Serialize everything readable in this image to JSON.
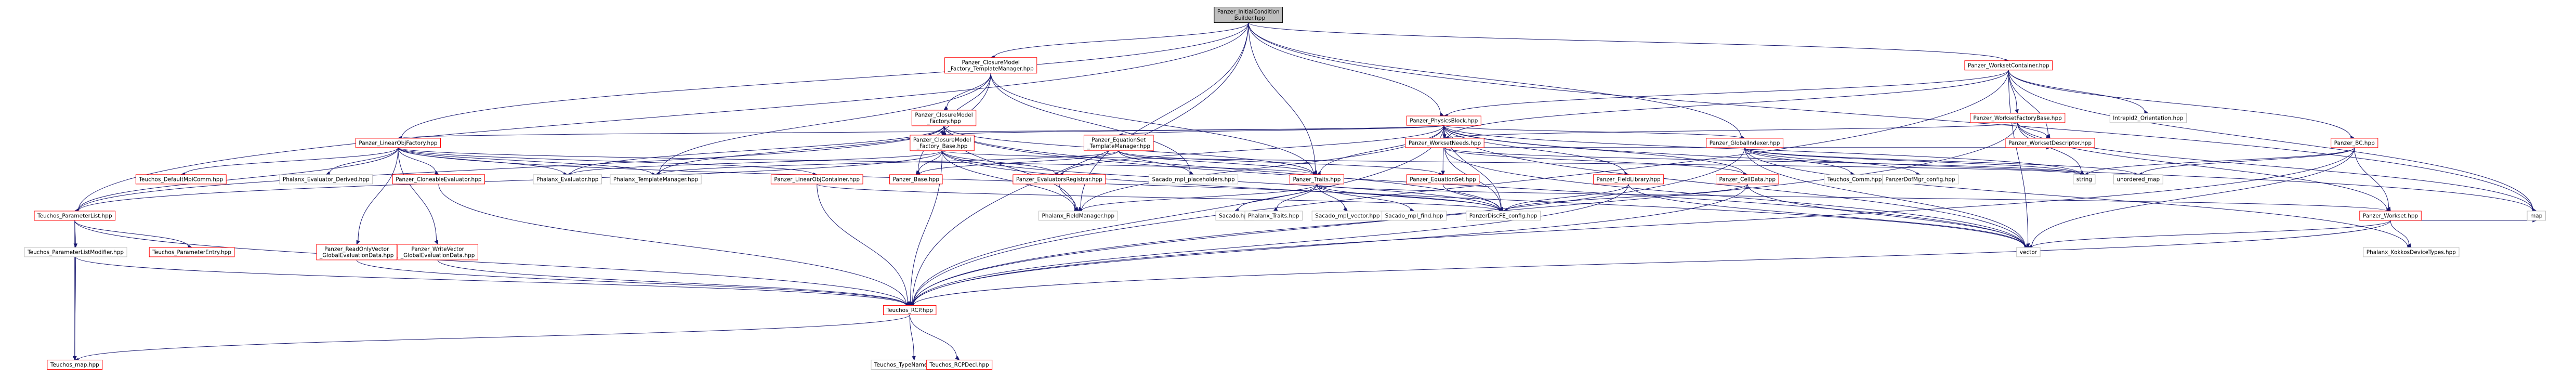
{
  "colors": {
    "edge": "#191970",
    "root_fill": "#bfbfbf",
    "root_border": "#000000",
    "normal_fill": "#ffffff",
    "normal_border": "#bfbfbf",
    "linked_border": "#ff0000"
  },
  "nodes": [
    {
      "id": "root",
      "lines": [
        "Panzer_InitialCondition",
        "_Builder.hpp"
      ],
      "kind": "root"
    },
    {
      "id": "cmftm",
      "lines": [
        "Panzer_ClosureModel",
        "_Factory_TemplateManager.hpp"
      ],
      "kind": "linked"
    },
    {
      "id": "wc",
      "lines": [
        "Panzer_WorksetContainer.hpp"
      ],
      "kind": "linked"
    },
    {
      "id": "cmf",
      "lines": [
        "Panzer_ClosureModel",
        "_Factory.hpp"
      ],
      "kind": "linked"
    },
    {
      "id": "wfb",
      "lines": [
        "Panzer_WorksetFactoryBase.hpp"
      ],
      "kind": "linked"
    },
    {
      "id": "io",
      "lines": [
        "Intrepid2_Orientation.hpp"
      ],
      "kind": "plain"
    },
    {
      "id": "pb",
      "lines": [
        "Panzer_PhysicsBlock.hpp"
      ],
      "kind": "linked"
    },
    {
      "id": "lof",
      "lines": [
        "Panzer_LinearObjFactory.hpp"
      ],
      "kind": "linked"
    },
    {
      "id": "cmfb",
      "lines": [
        "Panzer_ClosureModel",
        "_Factory_Base.hpp"
      ],
      "kind": "linked"
    },
    {
      "id": "estm",
      "lines": [
        "Panzer_EquationSet",
        "_TemplateManager.hpp"
      ],
      "kind": "linked"
    },
    {
      "id": "wn",
      "lines": [
        "Panzer_WorksetNeeds.hpp"
      ],
      "kind": "linked"
    },
    {
      "id": "gi",
      "lines": [
        "Panzer_GlobalIndexer.hpp"
      ],
      "kind": "linked"
    },
    {
      "id": "wd",
      "lines": [
        "Panzer_WorksetDescriptor.hpp"
      ],
      "kind": "linked"
    },
    {
      "id": "bc",
      "lines": [
        "Panzer_BC.hpp"
      ],
      "kind": "linked"
    },
    {
      "id": "tdmp",
      "lines": [
        "Teuchos_DefaultMpiComm.hpp"
      ],
      "kind": "linked"
    },
    {
      "id": "ped",
      "lines": [
        "Phalanx_Evaluator_Derived.hpp"
      ],
      "kind": "plain"
    },
    {
      "id": "ce",
      "lines": [
        "Panzer_CloneableEvaluator.hpp"
      ],
      "kind": "linked"
    },
    {
      "id": "pe",
      "lines": [
        "Phalanx_Evaluator.hpp"
      ],
      "kind": "plain"
    },
    {
      "id": "ptm",
      "lines": [
        "Phalanx_TemplateManager.hpp"
      ],
      "kind": "plain"
    },
    {
      "id": "loc",
      "lines": [
        "Panzer_LinearObjContainer.hpp"
      ],
      "kind": "linked"
    },
    {
      "id": "base",
      "lines": [
        "Panzer_Base.hpp"
      ],
      "kind": "linked"
    },
    {
      "id": "er",
      "lines": [
        "Panzer_EvaluatorsRegistrar.hpp"
      ],
      "kind": "linked"
    },
    {
      "id": "smpt",
      "lines": [
        "Sacado_mpl_placeholders.hpp"
      ],
      "kind": "plain"
    },
    {
      "id": "traits",
      "lines": [
        "Panzer_Traits.hpp"
      ],
      "kind": "linked"
    },
    {
      "id": "es",
      "lines": [
        "Panzer_EquationSet.hpp"
      ],
      "kind": "linked"
    },
    {
      "id": "fl",
      "lines": [
        "Panzer_FieldLibrary.hpp"
      ],
      "kind": "linked"
    },
    {
      "id": "cd",
      "lines": [
        "Panzer_CellData.hpp"
      ],
      "kind": "linked"
    },
    {
      "id": "tc",
      "lines": [
        "Teuchos_Comm.hpp"
      ],
      "kind": "plain"
    },
    {
      "id": "pdmc",
      "lines": [
        "PanzerDofMgr_config.hpp"
      ],
      "kind": "plain"
    },
    {
      "id": "str",
      "lines": [
        "string"
      ],
      "kind": "plain"
    },
    {
      "id": "um",
      "lines": [
        "unordered_map"
      ],
      "kind": "plain"
    },
    {
      "id": "tpl",
      "lines": [
        "Teuchos_ParameterList.hpp"
      ],
      "kind": "linked"
    },
    {
      "id": "pfm",
      "lines": [
        "Phalanx_FieldManager.hpp"
      ],
      "kind": "plain"
    },
    {
      "id": "sac",
      "lines": [
        "Sacado.hpp"
      ],
      "kind": "plain"
    },
    {
      "id": "pt",
      "lines": [
        "Phalanx_Traits.hpp"
      ],
      "kind": "plain"
    },
    {
      "id": "smv",
      "lines": [
        "Sacado_mpl_vector.hpp"
      ],
      "kind": "plain"
    },
    {
      "id": "smf",
      "lines": [
        "Sacado_mpl_find.hpp"
      ],
      "kind": "plain"
    },
    {
      "id": "pdfc",
      "lines": [
        "PanzerDiscFE_config.hpp"
      ],
      "kind": "plain"
    },
    {
      "id": "ws",
      "lines": [
        "Panzer_Workset.hpp"
      ],
      "kind": "linked"
    },
    {
      "id": "map",
      "lines": [
        "map"
      ],
      "kind": "plain"
    },
    {
      "id": "tplm",
      "lines": [
        "Teuchos_ParameterListModifier.hpp"
      ],
      "kind": "plain"
    },
    {
      "id": "tpe",
      "lines": [
        "Teuchos_ParameterEntry.hpp"
      ],
      "kind": "linked"
    },
    {
      "id": "rov",
      "lines": [
        "Panzer_ReadOnlyVector",
        "_GlobalEvaluationData.hpp"
      ],
      "kind": "linked"
    },
    {
      "id": "wov",
      "lines": [
        "Panzer_WriteVector",
        "_GlobalEvaluationData.hpp"
      ],
      "kind": "linked"
    },
    {
      "id": "vec",
      "lines": [
        "vector"
      ],
      "kind": "plain"
    },
    {
      "id": "pkdt",
      "lines": [
        "Phalanx_KokkosDeviceTypes.hpp"
      ],
      "kind": "plain"
    },
    {
      "id": "rcp",
      "lines": [
        "Teuchos_RCP.hpp"
      ],
      "kind": "linked"
    },
    {
      "id": "tmap",
      "lines": [
        "Teuchos_map.hpp"
      ],
      "kind": "linked"
    },
    {
      "id": "ttnt",
      "lines": [
        "Teuchos_TypeNameTraits.hpp"
      ],
      "kind": "plain"
    },
    {
      "id": "rcpd",
      "lines": [
        "Teuchos_RCPDecl.hpp"
      ],
      "kind": "linked"
    }
  ],
  "edges": [
    [
      "root",
      "cmftm"
    ],
    [
      "root",
      "wc"
    ],
    [
      "root",
      "pb"
    ],
    [
      "root",
      "lof"
    ],
    [
      "root",
      "traits"
    ],
    [
      "root",
      "gi"
    ],
    [
      "root",
      "tpl"
    ],
    [
      "root",
      "pfm"
    ],
    [
      "root",
      "rcp"
    ],
    [
      "root",
      "map"
    ],
    [
      "cmftm",
      "cmf"
    ],
    [
      "cmftm",
      "cmfb"
    ],
    [
      "cmftm",
      "traits"
    ],
    [
      "cmftm",
      "base"
    ],
    [
      "cmftm",
      "smpt"
    ],
    [
      "cmftm",
      "ptm"
    ],
    [
      "cmf",
      "cmfb"
    ],
    [
      "cmf",
      "traits"
    ],
    [
      "cmf",
      "tpl"
    ],
    [
      "cmf",
      "pe"
    ],
    [
      "cmf",
      "ptm"
    ],
    [
      "cmf",
      "pdfc"
    ],
    [
      "cmf",
      "pfm"
    ],
    [
      "cmf",
      "vec"
    ],
    [
      "wc",
      "pb"
    ],
    [
      "wc",
      "wfb"
    ],
    [
      "wc",
      "wn"
    ],
    [
      "wc",
      "wd"
    ],
    [
      "wc",
      "io"
    ],
    [
      "wc",
      "bc"
    ],
    [
      "wc",
      "map"
    ],
    [
      "wc",
      "vec"
    ],
    [
      "wc",
      "rcp"
    ],
    [
      "wfb",
      "wd"
    ],
    [
      "wfb",
      "wn"
    ],
    [
      "wfb",
      "str"
    ],
    [
      "wfb",
      "ws"
    ],
    [
      "wfb",
      "map"
    ],
    [
      "wfb",
      "rcp"
    ],
    [
      "pb",
      "lof"
    ],
    [
      "pb",
      "cmfb"
    ],
    [
      "pb",
      "estm"
    ],
    [
      "pb",
      "wn"
    ],
    [
      "pb",
      "gi"
    ],
    [
      "pb",
      "es"
    ],
    [
      "pb",
      "fl"
    ],
    [
      "pb",
      "cd"
    ],
    [
      "pb",
      "traits"
    ],
    [
      "pb",
      "er"
    ],
    [
      "pb",
      "str"
    ],
    [
      "pb",
      "vec"
    ],
    [
      "pb",
      "map"
    ],
    [
      "pb",
      "pfm"
    ],
    [
      "pb",
      "rcp"
    ],
    [
      "pb",
      "pdfc"
    ],
    [
      "lof",
      "tdmp"
    ],
    [
      "lof",
      "ped"
    ],
    [
      "lof",
      "ce"
    ],
    [
      "lof",
      "pe"
    ],
    [
      "lof",
      "ptm"
    ],
    [
      "lof",
      "loc"
    ],
    [
      "lof",
      "tpl"
    ],
    [
      "lof",
      "rov"
    ],
    [
      "lof",
      "wov"
    ],
    [
      "lof",
      "traits"
    ],
    [
      "lof",
      "pdfc"
    ],
    [
      "cmfb",
      "tpl"
    ],
    [
      "cmfb",
      "pe"
    ],
    [
      "cmfb",
      "base"
    ],
    [
      "cmfb",
      "er"
    ],
    [
      "cmfb",
      "pfm"
    ],
    [
      "cmfb",
      "rcp"
    ],
    [
      "cmfb",
      "vec"
    ],
    [
      "cmfb",
      "str"
    ],
    [
      "cmfb",
      "pdfc"
    ],
    [
      "estm",
      "es"
    ],
    [
      "estm",
      "traits"
    ],
    [
      "estm",
      "base"
    ],
    [
      "estm",
      "smpt"
    ],
    [
      "estm",
      "ptm"
    ],
    [
      "wn",
      "cd"
    ],
    [
      "wn",
      "wd"
    ],
    [
      "wn",
      "pdfc"
    ],
    [
      "wn",
      "str"
    ],
    [
      "wn",
      "vec"
    ],
    [
      "gi",
      "tc"
    ],
    [
      "gi",
      "pdmc"
    ],
    [
      "gi",
      "str"
    ],
    [
      "gi",
      "um"
    ],
    [
      "gi",
      "vec"
    ],
    [
      "gi",
      "pkdt"
    ],
    [
      "gi",
      "rcp"
    ],
    [
      "bc",
      "str"
    ],
    [
      "bc",
      "um"
    ],
    [
      "bc",
      "vec"
    ],
    [
      "bc",
      "rcp"
    ],
    [
      "bc",
      "ws"
    ],
    [
      "ce",
      "rcp"
    ],
    [
      "loc",
      "rcp"
    ],
    [
      "loc",
      "pdfc"
    ],
    [
      "er",
      "pfm"
    ],
    [
      "es",
      "pdfc"
    ],
    [
      "traits",
      "sac"
    ],
    [
      "traits",
      "pt"
    ],
    [
      "traits",
      "smv"
    ],
    [
      "traits",
      "smf"
    ],
    [
      "traits",
      "pdfc"
    ],
    [
      "traits",
      "pfm"
    ],
    [
      "traits",
      "ws"
    ],
    [
      "fl",
      "pdfc"
    ],
    [
      "fl",
      "rcp"
    ],
    [
      "fl",
      "vec"
    ],
    [
      "cd",
      "pdfc"
    ],
    [
      "cd",
      "rcp"
    ],
    [
      "cd",
      "vec"
    ],
    [
      "ws",
      "vec"
    ],
    [
      "ws",
      "map"
    ],
    [
      "ws",
      "pkdt"
    ],
    [
      "ws",
      "rcp"
    ],
    [
      "tpl",
      "tplm"
    ],
    [
      "tpl",
      "tpe"
    ],
    [
      "tpl",
      "tmap"
    ],
    [
      "tpl",
      "rcp"
    ],
    [
      "tplm",
      "tmap"
    ],
    [
      "tplm",
      "rcp"
    ],
    [
      "rov",
      "rcp"
    ],
    [
      "wov",
      "rcp"
    ],
    [
      "rcp",
      "tmap"
    ],
    [
      "rcp",
      "ttnt"
    ],
    [
      "rcp",
      "rcpd"
    ]
  ]
}
